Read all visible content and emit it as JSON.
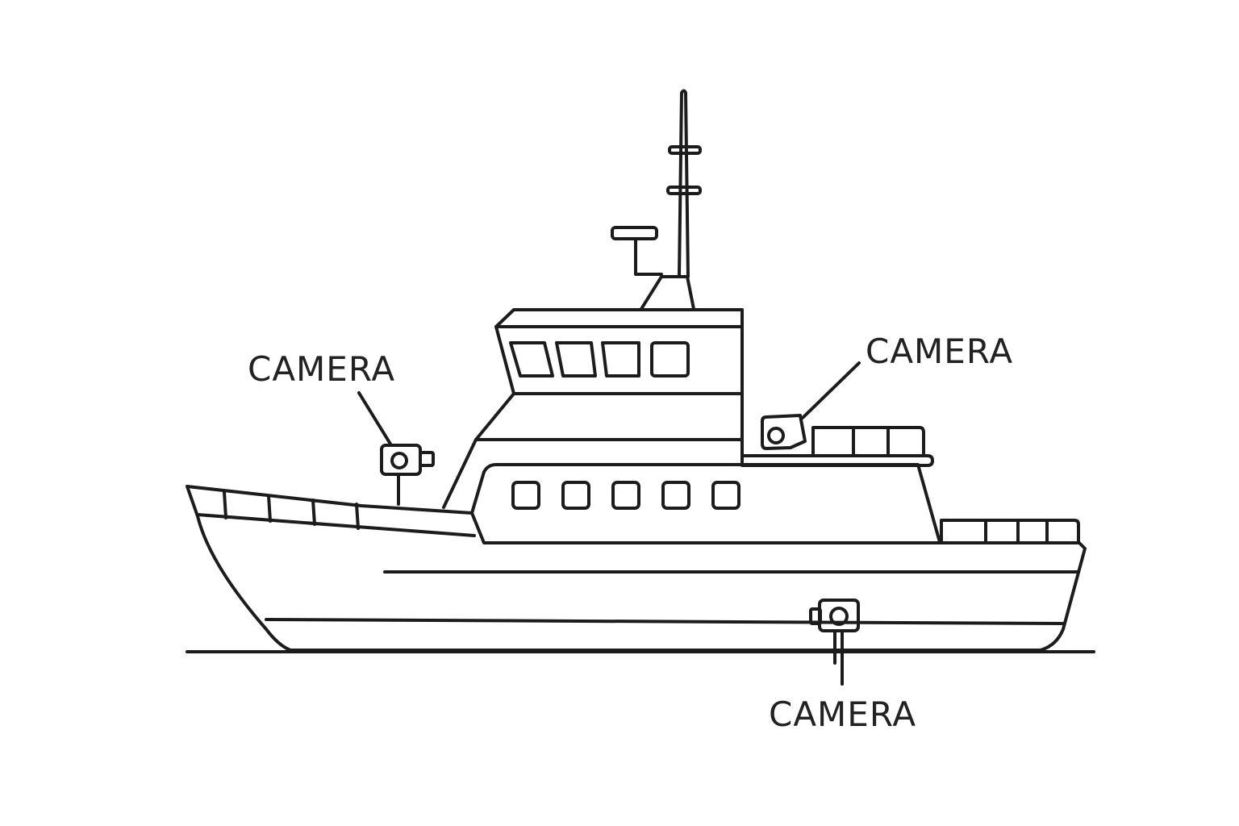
{
  "diagram": {
    "subject": "boat",
    "labels": [
      {
        "id": "camera-bow",
        "text": "CAMERA"
      },
      {
        "id": "camera-aft",
        "text": "CAMERA"
      },
      {
        "id": "camera-hull",
        "text": "CAMERA"
      }
    ],
    "colors": {
      "line": "#1c1c1c",
      "text": "#222222",
      "background": "#ffffff"
    }
  }
}
